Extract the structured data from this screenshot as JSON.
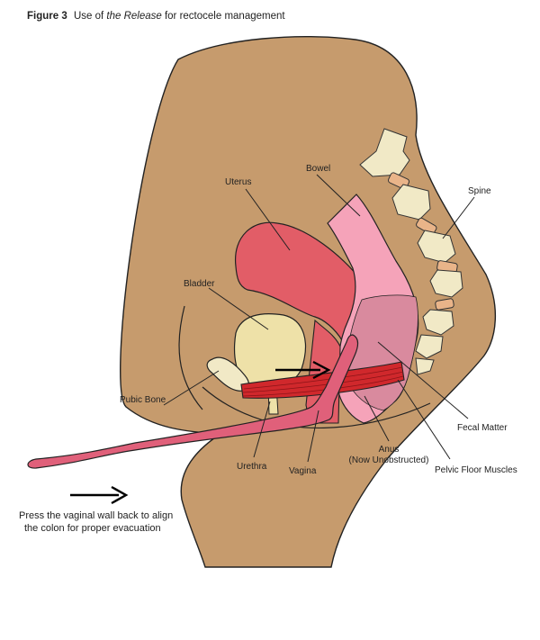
{
  "caption": {
    "figure_label": "Figure 3",
    "text_before": "Use of",
    "emphasis": "the Release",
    "text_after": "for rectocele management"
  },
  "labels": {
    "bowel": "Bowel",
    "uterus": "Uterus",
    "spine": "Spine",
    "bladder": "Bladder",
    "pubic_bone": "Pubic Bone",
    "fecal_matter": "Fecal Matter",
    "urethra": "Urethra",
    "vagina": "Vagina",
    "anus_line1": "Anus",
    "anus_line2": "(Now Unobstructed)",
    "pelvic_floor": "Pelvic Floor Muscles"
  },
  "instruction": {
    "line1": "Press the vaginal wall back to align",
    "line2": "the colon for proper evacuation"
  },
  "colors": {
    "skin": "#C69B6D",
    "bone": "#F1E9C6",
    "bone_joint": "#E9B489",
    "uterus": "#E25D67",
    "bowel": "#F5A3B9",
    "fecal_matter": "#D98A9E",
    "bladder": "#EEE1A8",
    "muscle": "#D0282C",
    "device": "#E0607A"
  }
}
